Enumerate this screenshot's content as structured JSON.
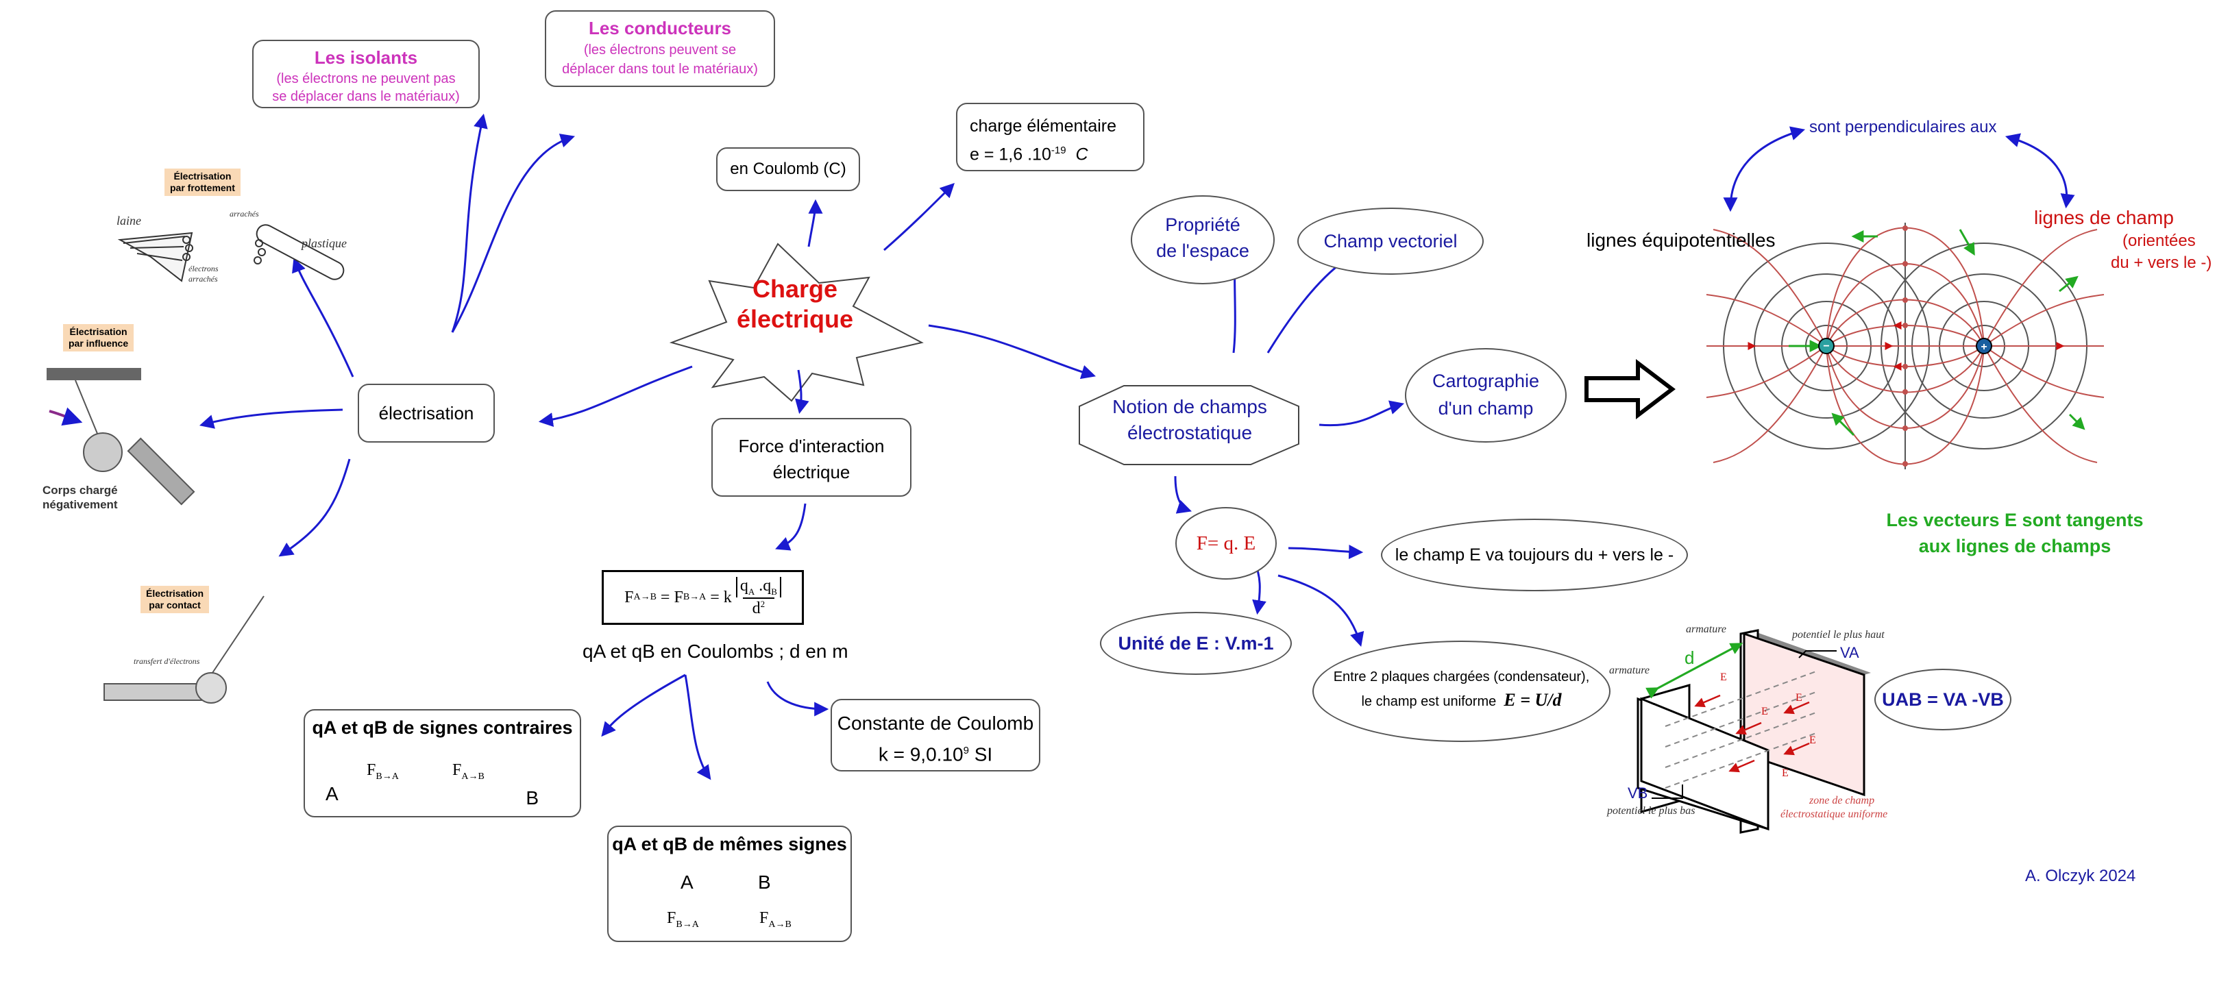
{
  "center": {
    "line1": "Charge",
    "line2": "électrique"
  },
  "coulomb_unit": "en Coulomb (C)",
  "charge_elem": {
    "line1": "charge élémentaire",
    "line2_prefix": "e = 1,6 .10",
    "line2_exp": "-19",
    "line2_suffix": "C"
  },
  "isolants": {
    "title": "Les isolants",
    "desc1": "(les électrons ne peuvent pas",
    "desc2": "se déplacer dans le matériaux)"
  },
  "conducteurs": {
    "title": "Les conducteurs",
    "desc1": "(les électrons peuvent se",
    "desc2": "déplacer dans tout le matériaux)"
  },
  "electrisation": {
    "label": "électrisation"
  },
  "frottement": {
    "badge1": "Électrisation",
    "badge2": "par frottement",
    "laine": "laine",
    "plastique": "plastique",
    "arraches1": "arrachés",
    "electrons": "électrons",
    "arraches2": "arrachés"
  },
  "influence": {
    "badge1": "Électrisation",
    "badge2": "par influence",
    "corps1": "Corps chargé",
    "corps2": "négativement"
  },
  "contact": {
    "badge1": "Électrisation",
    "badge2": "par contact",
    "transfert": "transfert d'électrons"
  },
  "force": {
    "line1": "Force d'interaction",
    "line2": "électrique"
  },
  "formula_units": "qA et qB en Coulombs ; d en m",
  "constante": {
    "line1": "Constante de Coulomb",
    "line2_prefix": "k = 9,0.10",
    "line2_exp": "9",
    "line2_suffix": " SI"
  },
  "contraires": {
    "title": "qA et qB de signes contraires",
    "A": "A",
    "B": "B"
  },
  "memes": {
    "title": "qA et qB de mêmes signes",
    "A": "A",
    "B": "B"
  },
  "notion": {
    "line1": "Notion de champs",
    "line2": "électrostatique"
  },
  "propriete": {
    "line1": "Propriété",
    "line2": "de l'espace"
  },
  "vectoriel": "Champ vectoriel",
  "cartographie": {
    "line1": "Cartographie",
    "line2": "d'un champ"
  },
  "fqe": "F= q. E",
  "champ_dir": "le champ E va toujours du + vers le -",
  "unite": "Unité de E : V.m-1",
  "plaques": {
    "line1": "Entre 2 plaques chargées (condensateur),",
    "line2": "le champ est uniforme",
    "formula": "E = U/d"
  },
  "uab": "UAB = VA -VB",
  "field_map": {
    "perp": "sont perpendiculaires aux",
    "equi": "lignes équipotentielles",
    "lignes": "lignes de champ",
    "orient1": "(orientées",
    "orient2": "du + vers le -)",
    "tang1": "Les vecteurs E sont tangents",
    "tang2": "aux lignes de champs"
  },
  "condensateur": {
    "armature1": "armature",
    "armature2": "armature",
    "d": "d",
    "pot_haut": "potentiel le plus haut",
    "va": "VA",
    "vb": "VB",
    "pot_bas": "potentiel le plus bas",
    "zone1": "zone de champ",
    "zone2": "électrostatique  uniforme",
    "e": "E"
  },
  "author": "A. Olczyk 2024",
  "colors": {
    "arrow": "#1a1ad0",
    "blue": "#1a1aa0",
    "pink": "#cc33bb",
    "red": "#cc1111",
    "green": "#22aa22",
    "fieldline": "#c0504d"
  }
}
